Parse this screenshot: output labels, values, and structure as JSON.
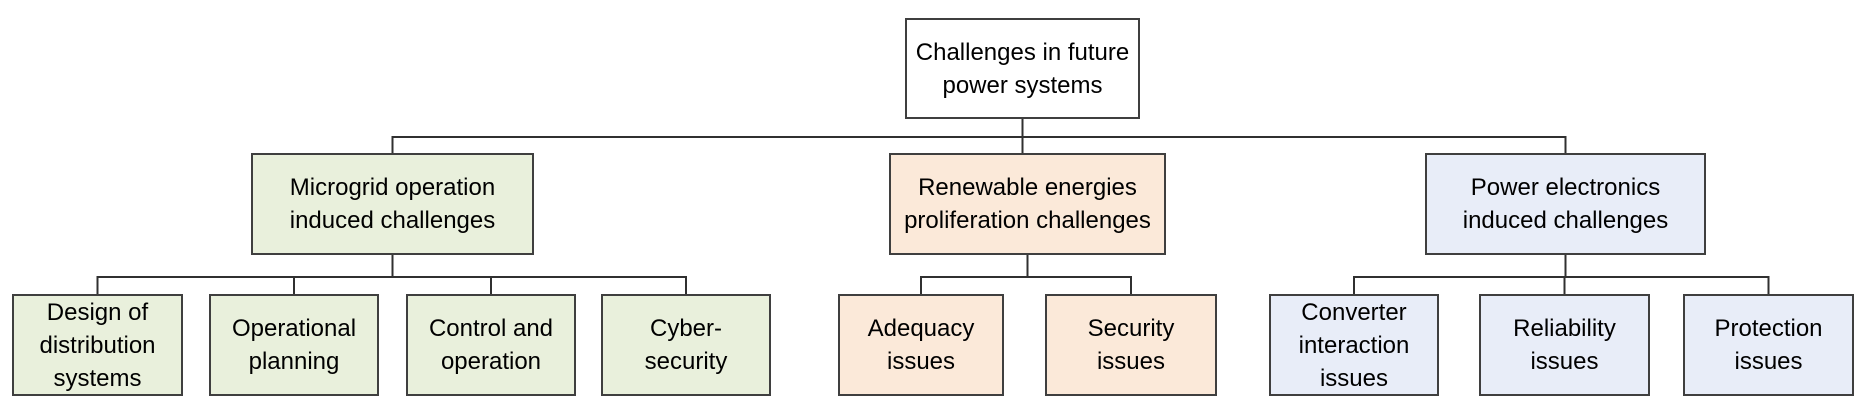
{
  "palette": {
    "root_fill": "#ffffff",
    "microgrid_fill": "#e9f0dc",
    "renewable_fill": "#fbe9d9",
    "power_electronics_fill": "#e8edf8",
    "box_border": "#3f3f3f",
    "connector_line": "#303030",
    "text": "#000000"
  },
  "tree": {
    "root": {
      "label": "Challenges in future\npower systems"
    },
    "branches": [
      {
        "label": "Microgrid operation\ninduced challenges",
        "fill": "#e9f0dc",
        "children": [
          {
            "label": "Design of\ndistribution\nsystems"
          },
          {
            "label": "Operational\nplanning"
          },
          {
            "label": "Control and\noperation"
          },
          {
            "label": "Cyber-\nsecurity"
          }
        ]
      },
      {
        "label": "Renewable energies\nproliferation challenges",
        "fill": "#fbe9d9",
        "children": [
          {
            "label": "Adequacy\nissues"
          },
          {
            "label": "Security\nissues"
          }
        ]
      },
      {
        "label": "Power electronics\ninduced challenges",
        "fill": "#e8edf8",
        "children": [
          {
            "label": "Converter\ninteraction\nissues"
          },
          {
            "label": "Reliability\nissues"
          },
          {
            "label": "Protection\nissues"
          }
        ]
      }
    ]
  }
}
